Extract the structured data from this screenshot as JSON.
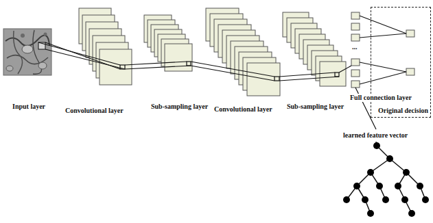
{
  "diagram": {
    "nodes": [
      {
        "text": [
          "Original decision"
        ]
      }
    ],
    "labels": [
      "Input layer",
      "Convolutional layer",
      "Sub-sampling layer",
      "Convolutional layer",
      "Sub-sampling layer",
      "Full connection layer",
      "...",
      "learned feature vector"
    ]
  }
}
